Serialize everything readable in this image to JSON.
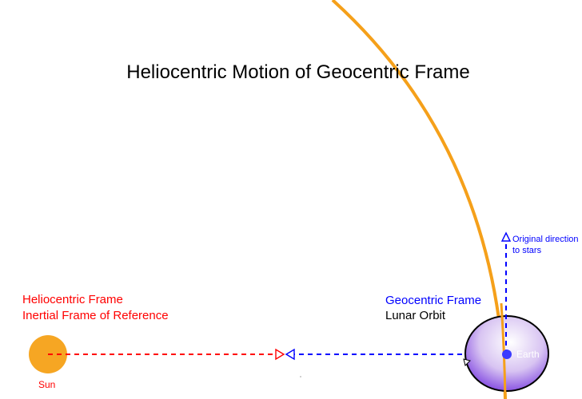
{
  "title": "Heliocentric Motion of Geocentric Frame",
  "heliocentric": {
    "line1": "Heliocentric Frame",
    "line2": "Inertial Frame of Reference",
    "color": "#ff0000"
  },
  "geocentric": {
    "line1": "Geocentric Frame",
    "line2": "Lunar Orbit",
    "color": "#0000ff"
  },
  "sun": {
    "label": "Sun",
    "color": "#f6a623"
  },
  "earth": {
    "label": "Earth",
    "color": "#3b3bff"
  },
  "stars_direction": {
    "line1": "Original direction",
    "line2": "to stars"
  },
  "orbit_color": "#f5a01a",
  "icons": {
    "red_arrow": "arrowhead-left-outline",
    "blue_arrow": "arrowhead-left-outline",
    "up_arrow": "arrowhead-up-outline",
    "orbit_arrow": "arrowhead-down-outline"
  }
}
